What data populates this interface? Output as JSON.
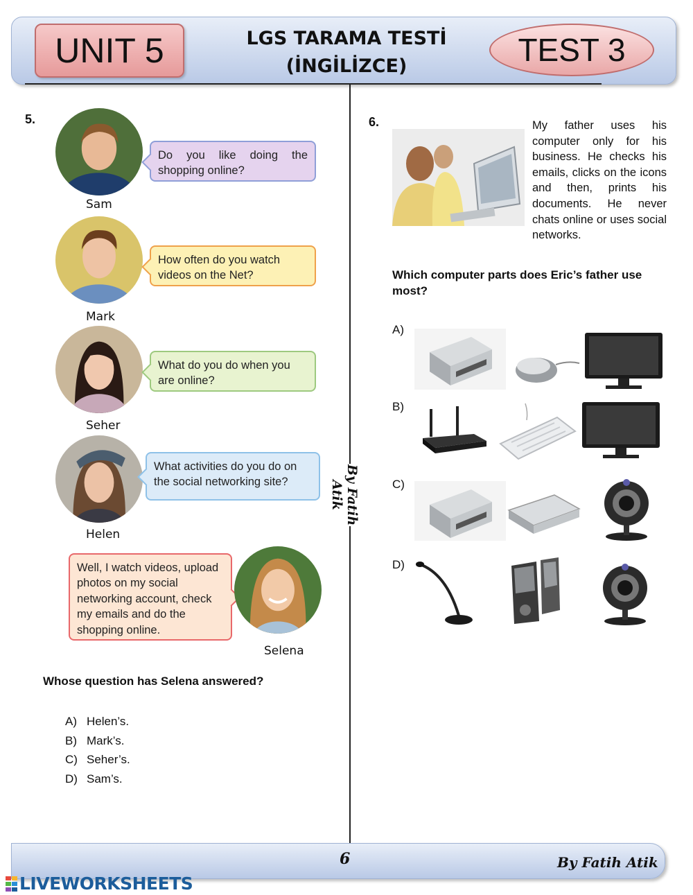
{
  "header": {
    "unit": "UNIT 5",
    "title_line1": "LGS TARAMA TESTİ",
    "title_line2": "(İNGİLİZCE)",
    "test": "TEST 3"
  },
  "side_signature": "By Fatih Atik",
  "q5": {
    "number": "5.",
    "people": [
      {
        "name": "Sam",
        "question": "Do you like doing the shopping online?"
      },
      {
        "name": "Mark",
        "question": "How often do you watch videos on the Net?"
      },
      {
        "name": "Seher",
        "question": "What do you do when you are online?"
      },
      {
        "name": "Helen",
        "question": "What activities do you do on the social networking site?"
      }
    ],
    "answer": {
      "name": "Selena",
      "text": "Well, I watch videos, upload photos on my social networking account, check my emails and do the shopping online."
    },
    "question": "Whose question has Selena answered?",
    "options": [
      {
        "letter": "A)",
        "text": "Helen’s."
      },
      {
        "letter": "B)",
        "text": "Mark’s."
      },
      {
        "letter": "C)",
        "text": "Seher’s."
      },
      {
        "letter": "D)",
        "text": "Sam’s."
      }
    ]
  },
  "q6": {
    "number": "6.",
    "paragraph": "My father uses his computer only for his business. He checks his emails, clicks on the icons and then, prints his documents. He never chats online or uses social networks.",
    "question": "Which computer parts does Eric’s father use most?",
    "options": [
      {
        "letter": "A)",
        "devices": [
          "printer-icon",
          "mouse-icon",
          "monitor-icon"
        ]
      },
      {
        "letter": "B)",
        "devices": [
          "router-icon",
          "keyboard-icon",
          "monitor-icon"
        ]
      },
      {
        "letter": "C)",
        "devices": [
          "printer-icon",
          "scanner-icon",
          "webcam-icon"
        ]
      },
      {
        "letter": "D)",
        "devices": [
          "microphone-icon",
          "speakers-icon",
          "webcam-icon"
        ]
      }
    ]
  },
  "footer": {
    "page": "6",
    "signature": "By Fatih Atik",
    "logo": "LIVEWORKSHEETS"
  }
}
